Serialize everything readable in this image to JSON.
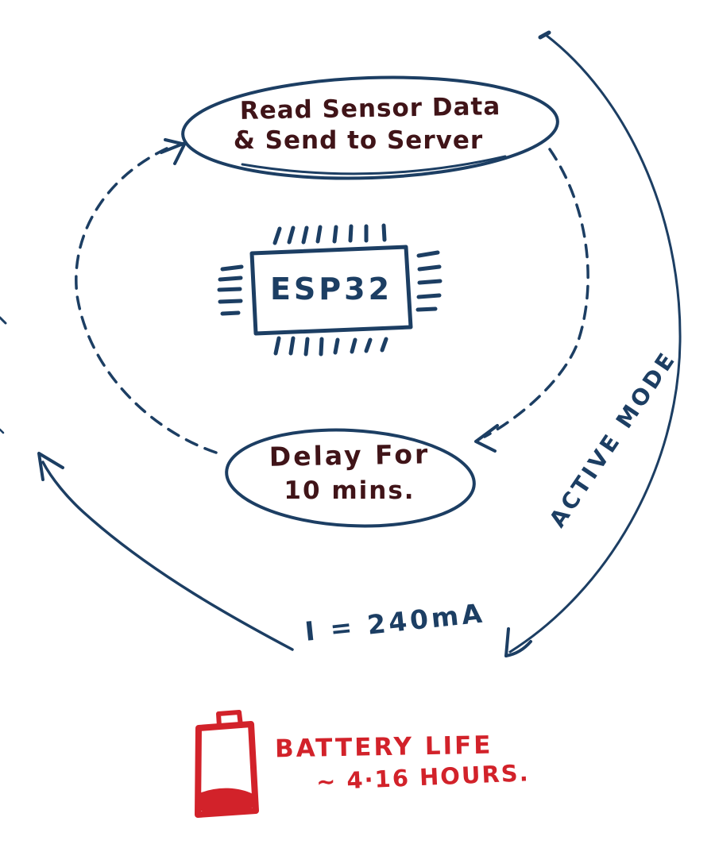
{
  "diagram": {
    "type": "hand-drawn ESP32 active-mode power cycle sketch",
    "nodes": {
      "read_send": {
        "line1": "Read Sensor Data",
        "line2": "& Send to Server"
      },
      "chip": {
        "label": "ESP32"
      },
      "delay": {
        "line1": "Delay For",
        "line2": "10 mins."
      }
    },
    "labels": {
      "mode": "ACTIVE MODE",
      "current": "I = 240mA"
    },
    "battery": {
      "icon": "battery-low-icon",
      "line1": "BATTERY LIFE",
      "line2": "~ 4·16 HOURS."
    },
    "colors": {
      "ink_navy": "#1c3e63",
      "ink_maroon": "#401418",
      "ink_red": "#d2222a",
      "background": "#ffffff"
    }
  }
}
